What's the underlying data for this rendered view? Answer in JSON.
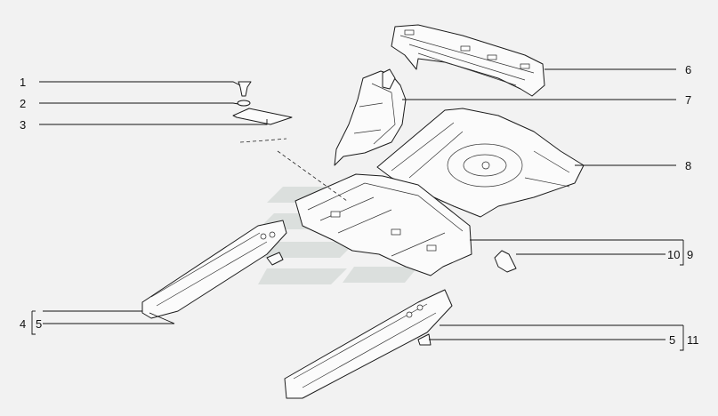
{
  "callouts": [
    {
      "id": "c1",
      "text": "1"
    },
    {
      "id": "c2",
      "text": "2"
    },
    {
      "id": "c3",
      "text": "3"
    },
    {
      "id": "c4",
      "text": "4"
    },
    {
      "id": "c5a",
      "text": "5"
    },
    {
      "id": "c6",
      "text": "6"
    },
    {
      "id": "c7",
      "text": "7"
    },
    {
      "id": "c8",
      "text": "8"
    },
    {
      "id": "c9",
      "text": "9"
    },
    {
      "id": "c10",
      "text": "10"
    },
    {
      "id": "c5b",
      "text": "5"
    },
    {
      "id": "c11",
      "text": "11"
    }
  ],
  "colors": {
    "background": "#f2f2f2",
    "line": "#1c1c1c",
    "watermark": "#c9cfcc"
  }
}
